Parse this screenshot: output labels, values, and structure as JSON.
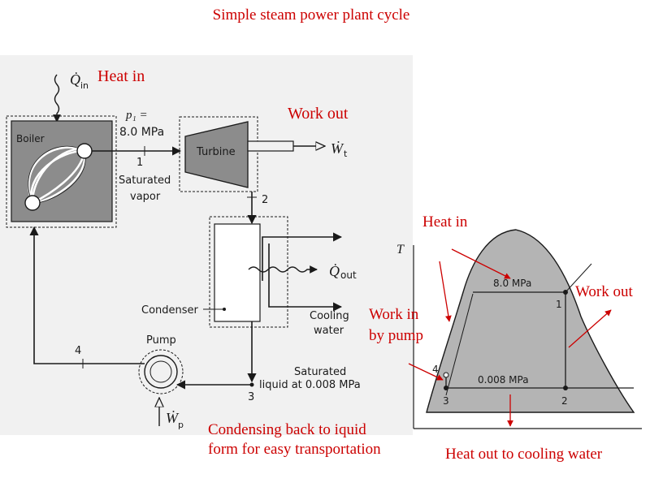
{
  "title": "Simple steam power plant cycle",
  "colors": {
    "annotation_red": "#cc0000",
    "line": "#1a1a1a",
    "gray_fill": "#8c8c8c",
    "dome_fill": "#b4b4b4",
    "background_scan": "#f1f1f1"
  },
  "schematic": {
    "q_in_symbol": "Q̇",
    "q_in_sub": "in",
    "heat_in_label": "Heat in",
    "p1_label": "p₁ =",
    "p1_value": "8.0 MPa",
    "boiler_label": "Boiler",
    "state_1": "1",
    "saturated_vapor_1": "Saturated",
    "saturated_vapor_2": "vapor",
    "turbine_label": "Turbine",
    "work_out_label": "Work out",
    "w_t_symbol": "Ẇ",
    "w_t_sub": "t",
    "state_2": "2",
    "condenser_label": "Condenser",
    "q_out_symbol": "Q̇",
    "q_out_sub": "out",
    "cooling_water_1": "Cooling",
    "cooling_water_2": "water",
    "pump_label": "Pump",
    "state_4": "4",
    "saturated_liquid_1": "Saturated",
    "saturated_liquid_2": "liquid at 0.008 MPa",
    "state_3": "3",
    "w_p_symbol": "Ẇ",
    "w_p_sub": "p",
    "condensing_note_1": "Condensing back to iquid",
    "condensing_note_2": "form for easy transportation"
  },
  "ts_diagram": {
    "t_axis_label": "T",
    "high_pressure": "8.0 MPa",
    "low_pressure": "0.008 MPa",
    "point_1": "1",
    "point_2": "2",
    "point_3": "3",
    "point_4": "4",
    "heat_in_label": "Heat in",
    "work_out_label": "Work out",
    "work_in_1": "Work in",
    "work_in_2": "by pump",
    "heat_out_label": "Heat out to cooling water"
  }
}
